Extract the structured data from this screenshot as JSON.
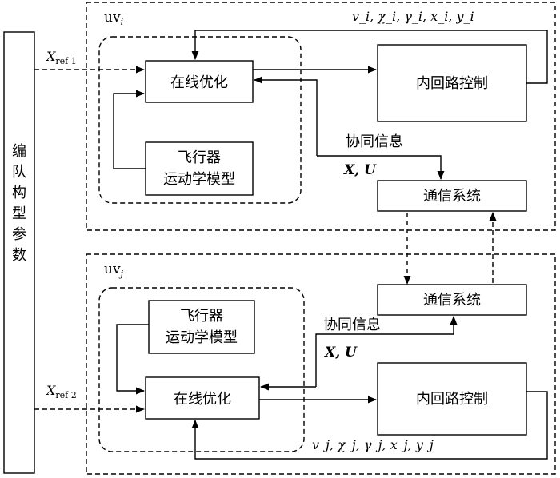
{
  "formation_params": [
    "编",
    "队",
    "构",
    "型",
    "参",
    "数"
  ],
  "uav_i": {
    "label": "uv",
    "label_sub": "i",
    "online_opt": "在线优化",
    "model_line1": "飞行器",
    "model_line2": "运动学模型",
    "inner_loop": "内回路控制",
    "comm": "通信系统",
    "coop_info": "协同信息",
    "coop_vars": "X, U",
    "xref": "X",
    "xref_sub": "ref 1",
    "state_vars": "v_i, χ_i, γ_i, x_i, y_i"
  },
  "uav_j": {
    "label": "uv",
    "label_sub": "j",
    "online_opt": "在线优化",
    "model_line1": "飞行器",
    "model_line2": "运动学模型",
    "inner_loop": "内回路控制",
    "comm": "通信系统",
    "coop_info": "协同信息",
    "coop_vars": "X, U",
    "xref": "X",
    "xref_sub": "ref 2",
    "state_vars": "v_j, χ_j, γ_j, x_j, y_j"
  }
}
